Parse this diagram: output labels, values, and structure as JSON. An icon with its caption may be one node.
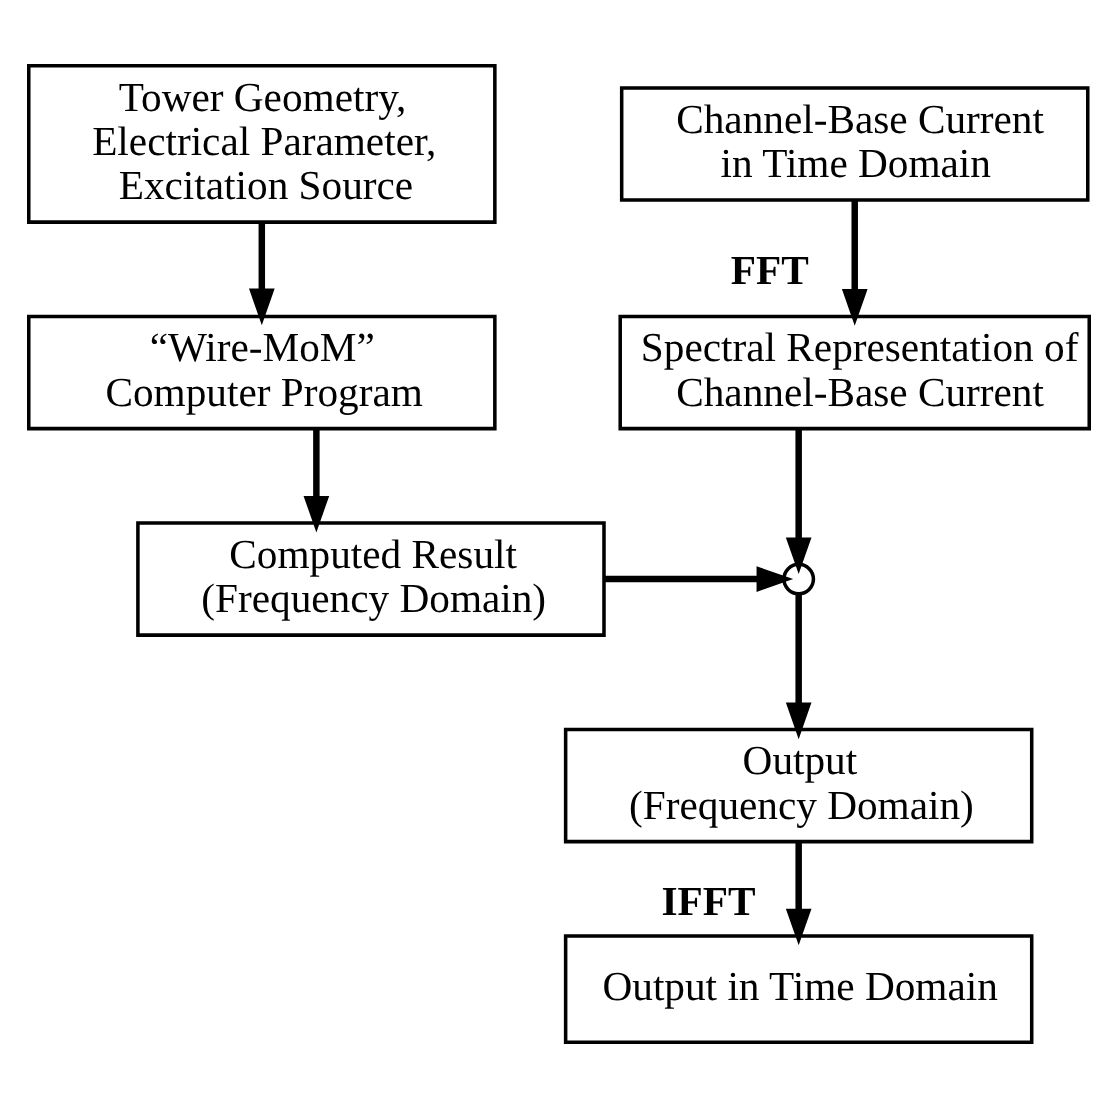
{
  "diagram": {
    "nodes": [
      {
        "text": [
          "Tower Geometry, Electrical Parameter, Excitation Source"
        ]
      },
      {
        "text": [
          "Channel-Base Current in Time Domain"
        ]
      },
      {
        "text": [
          "“Wire-MoM” Computer Program"
        ]
      },
      {
        "text": [
          "Spectral Representation of Channel-Base Current"
        ]
      },
      {
        "text": [
          "Computed Result (Frequency Domain)"
        ]
      },
      {
        "text": [],
        "shape": "circle"
      },
      {
        "text": [
          "Output (Frequency Domain)"
        ]
      },
      {
        "text": [
          "Output in Time Domain"
        ]
      }
    ],
    "edges": [
      {
        "from": 0,
        "to": 2,
        "arrow": "to"
      },
      {
        "from": 1,
        "to": 3,
        "arrow": "to",
        "label": "FFT"
      },
      {
        "from": 2,
        "to": 4,
        "arrow": "to"
      },
      {
        "from": 3,
        "to": 5,
        "arrow": "to"
      },
      {
        "from": 4,
        "to": 5,
        "arrow": "to"
      },
      {
        "from": 5,
        "to": 6,
        "arrow": "to"
      },
      {
        "from": 6,
        "to": 7,
        "arrow": "to",
        "label": "IFFT"
      }
    ]
  }
}
